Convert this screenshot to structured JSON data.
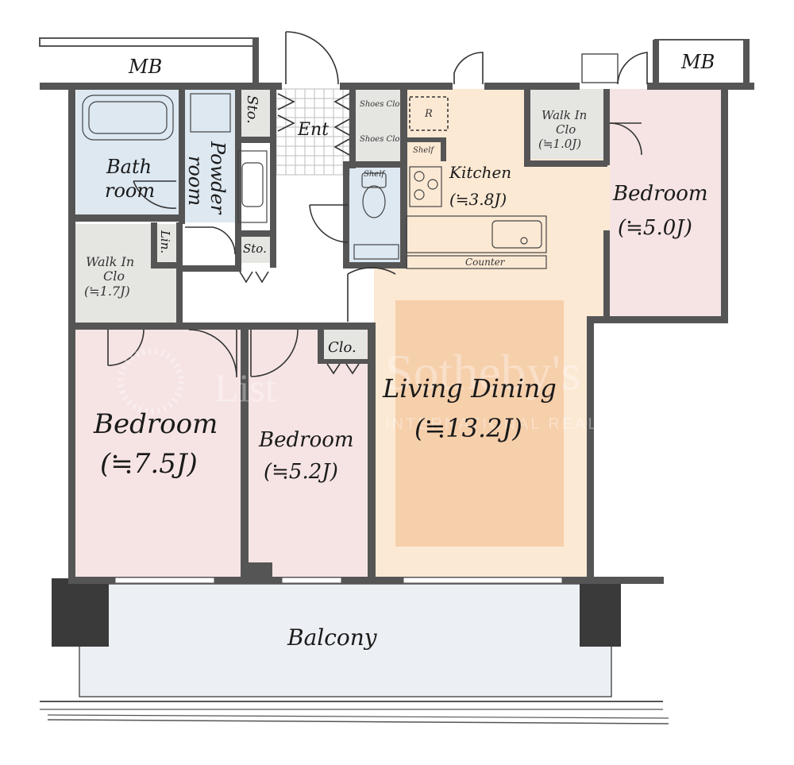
{
  "colors": {
    "bedroom": "#f6e4e4",
    "bath": "#dde8f1",
    "closet": "#e5e5e2",
    "living": "#fce9d4",
    "living_rug": "#f6cfab",
    "wall": "#555555",
    "balcony": "#eceff3"
  },
  "labels": {
    "mb_left": "MB",
    "mb_right": "MB",
    "bath_line1": "Bath",
    "bath_line2": "room",
    "powder_line1": "Powder",
    "powder_line2": "room",
    "sto_top": "Sto.",
    "sto_mid": "Sto.",
    "ent": "Ent",
    "shoes_clo_1": "Shoes Clo",
    "shoes_clo_2": "Shoes Clo",
    "fridge": "R",
    "shelf_top": "Shelf",
    "shelf_wc": "Shelf",
    "kitchen_name": "Kitchen",
    "kitchen_size": "(≒3.8J)",
    "counter": "Counter",
    "wic_right_1": "Walk In",
    "wic_right_2": "Clo",
    "wic_right_3": "(≒1.0J)",
    "bedroom_right_name": "Bedroom",
    "bedroom_right_size": "(≒5.0J)",
    "lin": "Lin.",
    "wic_left_1": "Walk In",
    "wic_left_2": "Clo",
    "wic_left_3": "(≒1.7J)",
    "clo": "Clo.",
    "bedroom_big_name": "Bedroom",
    "bedroom_big_size": "(≒7.5J)",
    "bedroom_mid_name": "Bedroom",
    "bedroom_mid_size": "(≒5.2J)",
    "living_name": "Living Dining",
    "living_size": "(≒13.2J)",
    "balcony": "Balcony",
    "watermark_1": "List",
    "watermark_2": "Sotheby's",
    "watermark_3": "INTERNATIONAL REALTY"
  }
}
